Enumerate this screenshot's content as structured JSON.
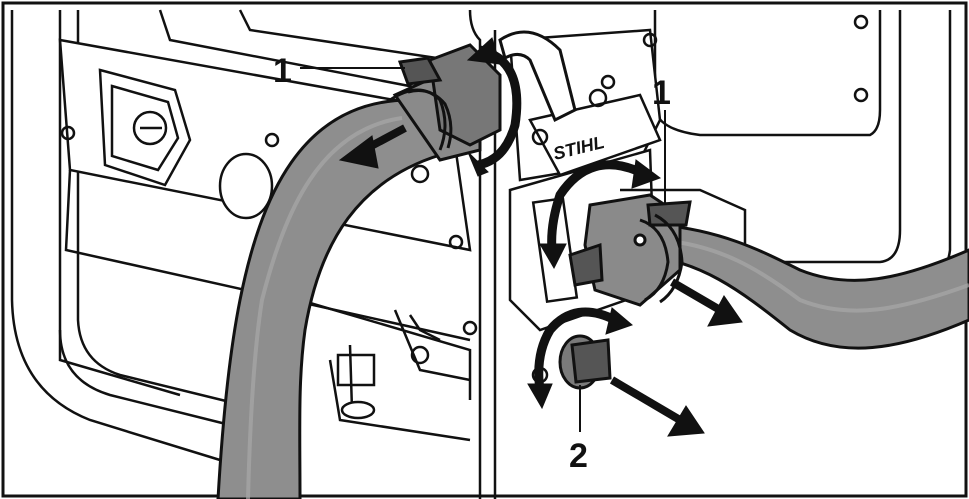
{
  "figure": {
    "callouts": [
      {
        "id": "hose-clamp-top",
        "label": "1"
      },
      {
        "id": "hose-clamp-right",
        "label": "1"
      },
      {
        "id": "drain-plug",
        "label": "2"
      }
    ],
    "colors": {
      "hose_fill": "#8e8e8e",
      "hose_dark": "#6f6f6f",
      "fitting_fill": "#7a7a7a",
      "background": "#ffffff",
      "linework": "#111111"
    }
  }
}
